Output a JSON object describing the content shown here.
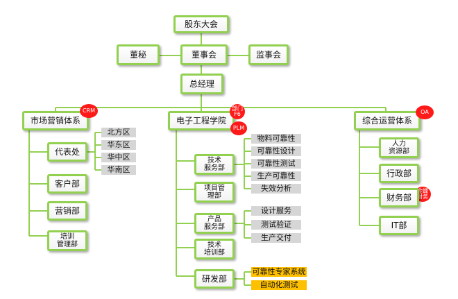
{
  "nodes": {
    "shareholders": "股东大会",
    "secretary": "董秘",
    "board": "董事会",
    "supervisors": "监事会",
    "gm": "总经理",
    "marketing": "市场营销体系",
    "engineering": "电子工程学院",
    "operations": "综合运营体系",
    "rep_office": "代表处",
    "customer_dept": "客户部",
    "sales_dept": "营销部",
    "training_mgmt": "培训\n管理部",
    "tech_service": "技术\n服务部",
    "project_mgmt": "项目管\n理部",
    "product_service": "产品\n服务部",
    "tech_training": "技术\n培训部",
    "rnd": "研发部",
    "hr": "人力\n资源部",
    "admin": "行政部",
    "finance": "财务部",
    "it": "IT部"
  },
  "regions": [
    "北方区",
    "华东区",
    "华中区",
    "华南区"
  ],
  "tech_service_items": [
    "物料可靠性",
    "可靠性设计",
    "可靠性测试",
    "生产可靠性",
    "失效分析"
  ],
  "product_service_items": [
    "设计服务",
    "测试验证",
    "生产交付"
  ],
  "rnd_items": [
    "可靠性专家系统",
    "自动化测试"
  ],
  "badges": {
    "crm": "CRM",
    "dept_f6": "部门\nF6",
    "plm": "PLM",
    "oa": "OA",
    "finance_system": "金蝶\n财务"
  },
  "colors": {
    "box_border": "#92d050",
    "line": "#92d050",
    "badge": "#ff1a1a",
    "tag_gray": "#d6d6d6",
    "tag_yellow": "#ffc000"
  }
}
